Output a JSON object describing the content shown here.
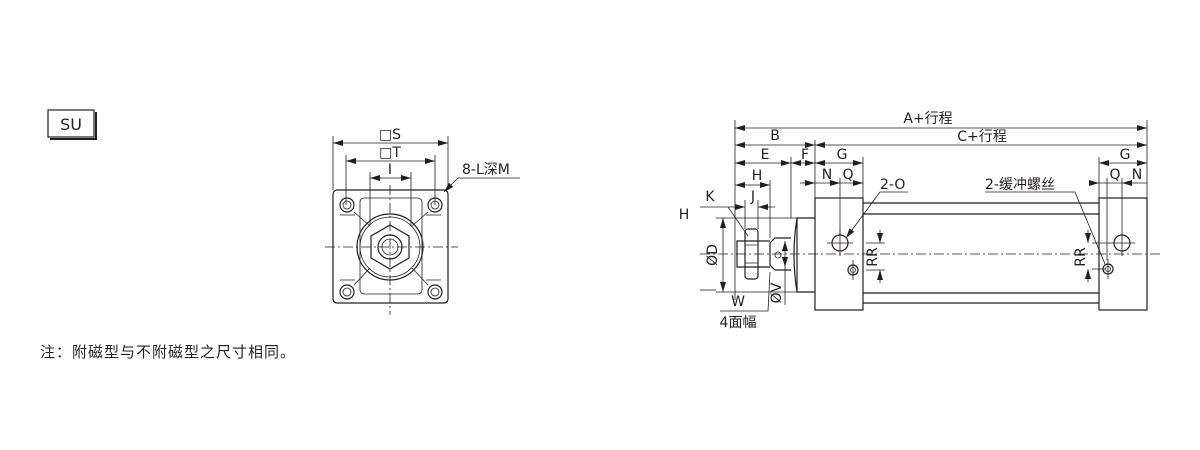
{
  "series_badge": "SU",
  "note": "注：附磁型与不附磁型之尺寸相同。",
  "front_view": {
    "dim_S": "□S",
    "dim_T": "□T",
    "dim_I": "I",
    "callout_holes": "8-L深M"
  },
  "side_view": {
    "dim_A": "A+行程",
    "dim_B": "B",
    "dim_C": "C+行程",
    "dim_E": "E",
    "dim_F": "F",
    "dim_G_front": "G",
    "dim_N_front": "N",
    "dim_Q_front": "Q",
    "callout_port": "2-O",
    "dim_H_upper": "H",
    "dim_J": "J",
    "dim_K": "K",
    "dim_H_left": "H",
    "dim_D": "ØD",
    "dim_V": "ØV",
    "dim_W": "W",
    "wrench_flats": "4面幅",
    "dim_RR_front": "RR",
    "callout_cushion": "2-缓冲螺丝",
    "dim_G_rear": "G",
    "dim_Q_rear": "Q",
    "dim_N_rear": "N",
    "dim_RR_rear": "RR"
  }
}
